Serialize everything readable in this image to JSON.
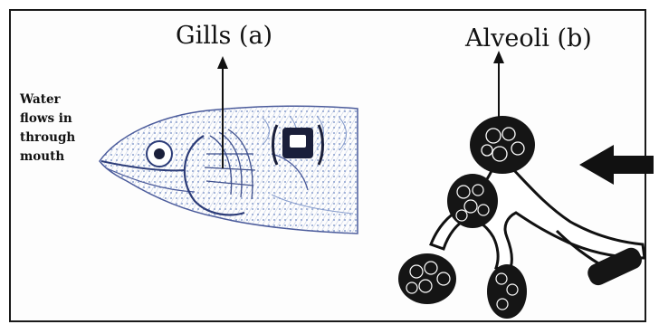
{
  "labels": {
    "gills": "Gills (a)",
    "alveoli": "Alveoli (b)",
    "water": "Water\nflows in\nthrough\nmouth"
  },
  "colors": {
    "ink": "#111111",
    "fish_tint": "#7f96c9",
    "fish_dark": "#2c3c78",
    "alveoli_fill": "#1a1a1a"
  },
  "icons": {
    "fish": "fish-head-illustration",
    "alveoli": "alveoli-cluster-illustration",
    "arrow": "left-arrow-icon"
  }
}
